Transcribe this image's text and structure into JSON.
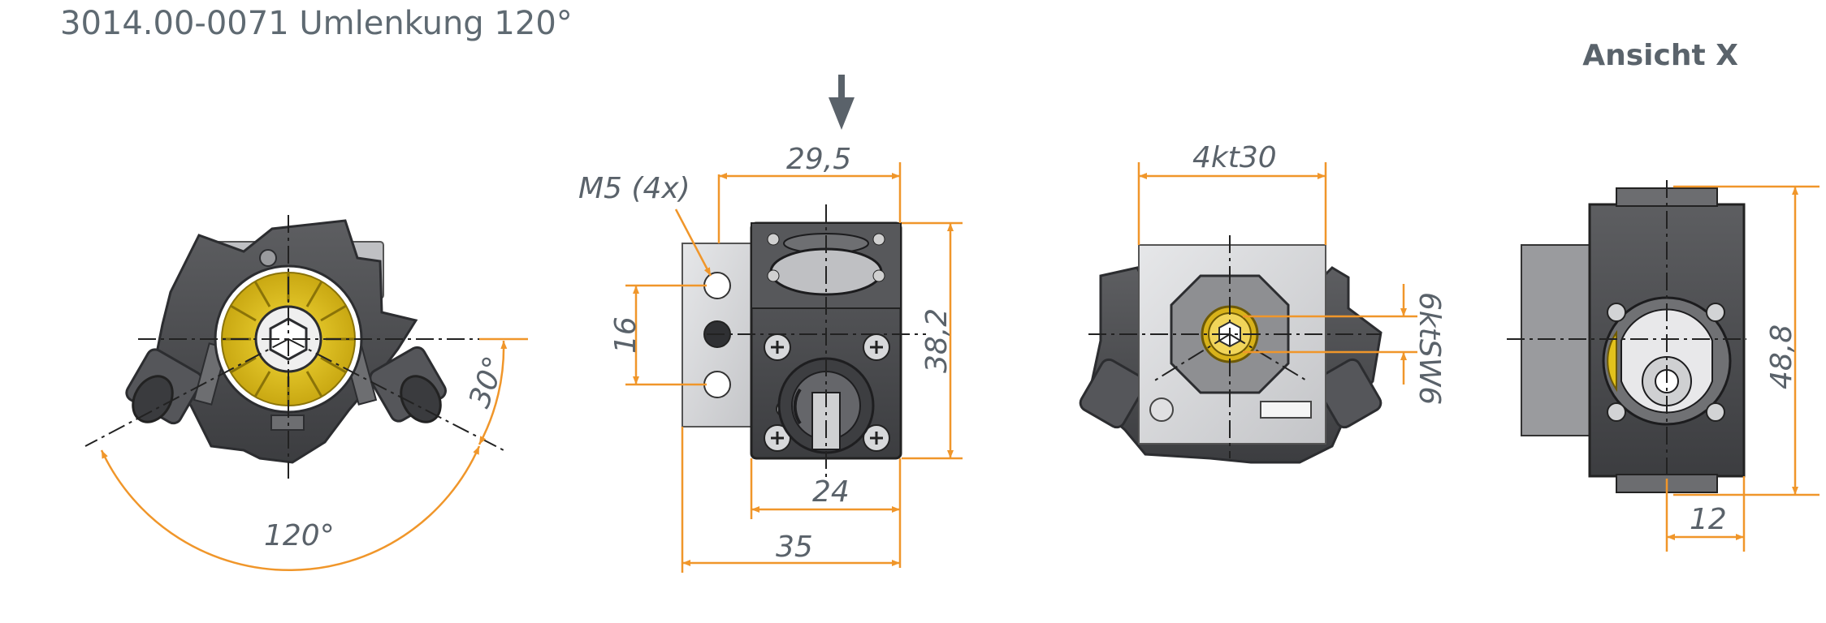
{
  "title": "3014.00-0071 Umlenkung 120°",
  "view_label": "Ansicht X",
  "colors": {
    "dimension": "#f0962a",
    "body_dark": "#4b4c4f",
    "body_mid": "#7b7c7f",
    "plate": "#d8d9db",
    "gear": "#e2c21c",
    "text": "#5a626a"
  },
  "view1": {
    "angle_large": "120°",
    "angle_small": "30°"
  },
  "view2": {
    "thread": "M5 (4x)",
    "width_top": "29,5",
    "height": "38,2",
    "pitch": "16",
    "width_inner": "24",
    "width_total": "35"
  },
  "view3": {
    "square": "4kt30",
    "hex": "6ktSW6"
  },
  "view4": {
    "height": "48,8",
    "offset": "12"
  }
}
